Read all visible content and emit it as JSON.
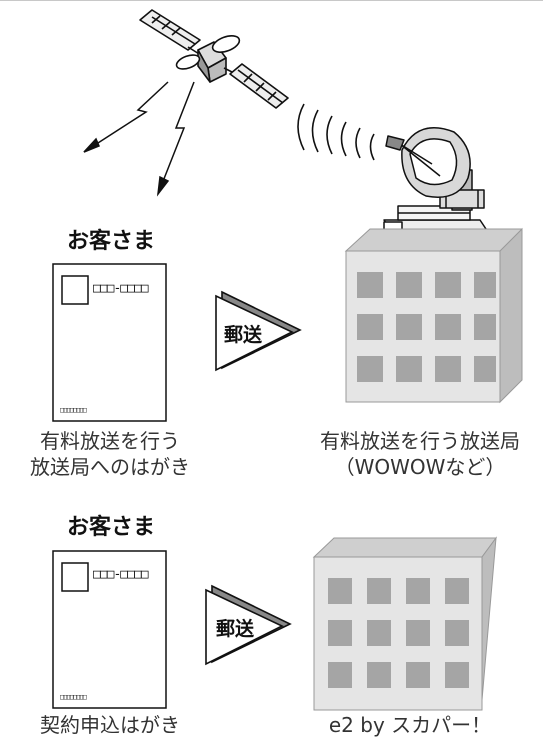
{
  "scene1": {
    "sender_label": "お客さま",
    "postal_code_top": "□□□-□□□□",
    "postal_code_bottom": "□□□□□□□□",
    "arrow_label": "郵送",
    "card_caption_line1": "有料放送を行う",
    "card_caption_line2": "放送局へのはがき",
    "building_caption_line1": "有料放送を行う放送局",
    "building_caption_line2": "（WOWOWなど）"
  },
  "scene2": {
    "sender_label": "お客さま",
    "postal_code_top": "□□□-□□□□",
    "postal_code_bottom": "□□□□□□□□",
    "arrow_label": "郵送",
    "card_caption": "契約申込はがき",
    "building_caption": "e2 by スカパー！"
  },
  "icons": [
    "satellite-icon",
    "satellite-dish-icon",
    "signal-wave-icon",
    "lightning-signal-icon",
    "postcard-icon",
    "building-icon",
    "arrow-icon"
  ]
}
